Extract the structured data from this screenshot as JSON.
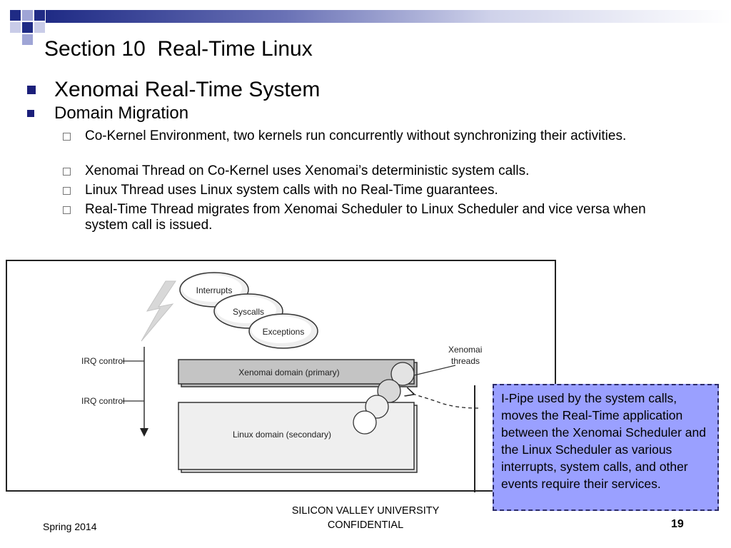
{
  "slide": {
    "title": "Section 10  Real-Time Linux",
    "bullets": [
      {
        "level": 1,
        "text": "Xenomai Real-Time System"
      },
      {
        "level": 1,
        "text": "Domain Migration"
      },
      {
        "level": 2,
        "text": "Co-Kernel Environment, two kernels run concurrently without synchronizing their activities."
      },
      {
        "level": 2,
        "text": "Xenomai Thread on Co-Kernel uses Xenomai’s deterministic system calls."
      },
      {
        "level": 2,
        "text": "Linux Thread uses Linux system calls with no Real-Time guarantees."
      },
      {
        "level": 2,
        "text": "Real-Time Thread migrates from Xenomai Scheduler to Linux Scheduler and vice versa when system call is issued."
      }
    ]
  },
  "diagram": {
    "events": [
      "Interrupts",
      "Syscalls",
      "Exceptions"
    ],
    "irq_label_1": "IRQ control",
    "irq_label_2": "IRQ control",
    "primary_domain": "Xenomai domain (primary)",
    "secondary_domain": "Linux domain (secondary)",
    "threads_label_1": "Xenomai",
    "threads_label_2": "threads"
  },
  "callout": {
    "text": "I-Pipe used by the system calls, moves the Real-Time application between the Xenomai Scheduler and the Linux Scheduler as various interrupts, system calls, and other events require their services."
  },
  "footer": {
    "left": "Spring 2014",
    "center_line1": "SILICON VALLEY UNIVERSITY",
    "center_line2": "CONFIDENTIAL",
    "page_number": "19"
  },
  "colors": {
    "navy": "#1f2b85",
    "callout_bg": "#9aa0ff",
    "bullet": "#1b1f7a"
  }
}
